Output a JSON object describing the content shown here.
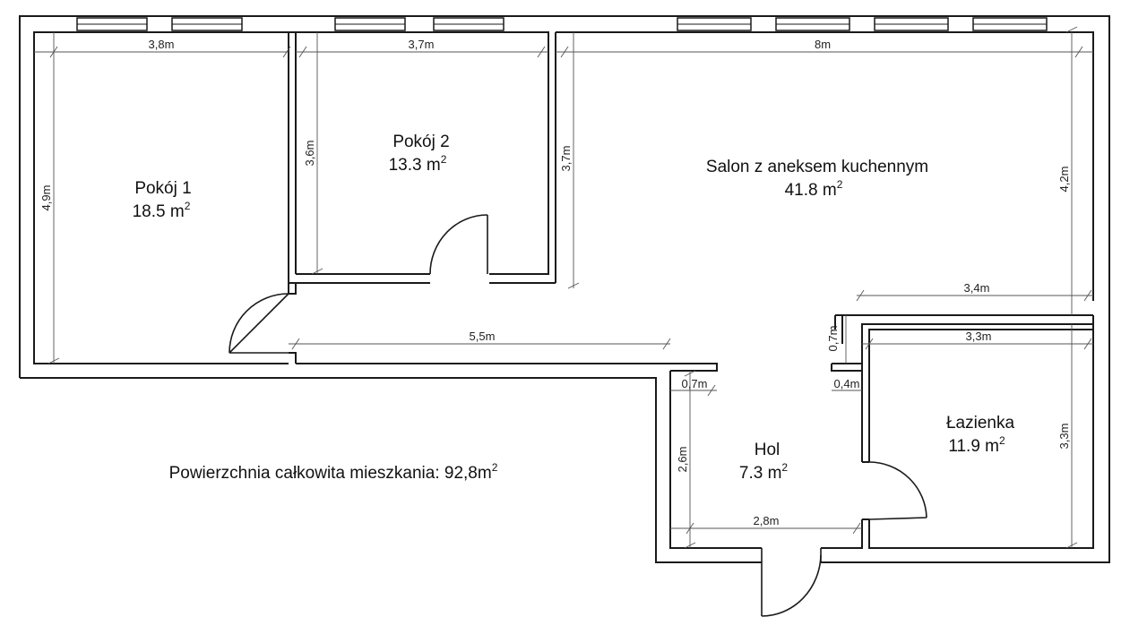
{
  "rooms": {
    "pokoj1": {
      "name": "Pokój 1",
      "area": "18.5 m",
      "area_sup": "2"
    },
    "pokoj2": {
      "name": "Pokój 2",
      "area": "13.3 m",
      "area_sup": "2"
    },
    "salon": {
      "name": "Salon z aneksem kuchennym",
      "area": "41.8 m",
      "area_sup": "2"
    },
    "lazienka": {
      "name": "Łazienka",
      "area": "11.9 m",
      "area_sup": "2"
    },
    "hol": {
      "name": "Hol",
      "area": "7.3 m",
      "area_sup": "2"
    }
  },
  "dimensions": {
    "pokoj1_width": "3,8m",
    "pokoj1_height": "4,9m",
    "pokoj2_width": "3,7m",
    "pokoj2_height": "3,6m",
    "salon_left_height": "3,7m",
    "salon_width": "8m",
    "salon_right_height": "4,2m",
    "salon_lower_width": "3,4m",
    "corridor_length": "5,5m",
    "lazienka_width": "3,3m",
    "lazienka_height": "3,3m",
    "passage_07_right": "0,7m",
    "hol_left_07": "0,7m",
    "passage_04": "0,4m",
    "hol_height": "2,6m",
    "hol_width": "2,8m"
  },
  "total": {
    "label": "Powierzchnia całkowita mieszkania: 92,8m",
    "sup": "2"
  },
  "colors": {
    "wall": "#1a1a1a",
    "dimension": "#555555",
    "background": "#ffffff"
  }
}
